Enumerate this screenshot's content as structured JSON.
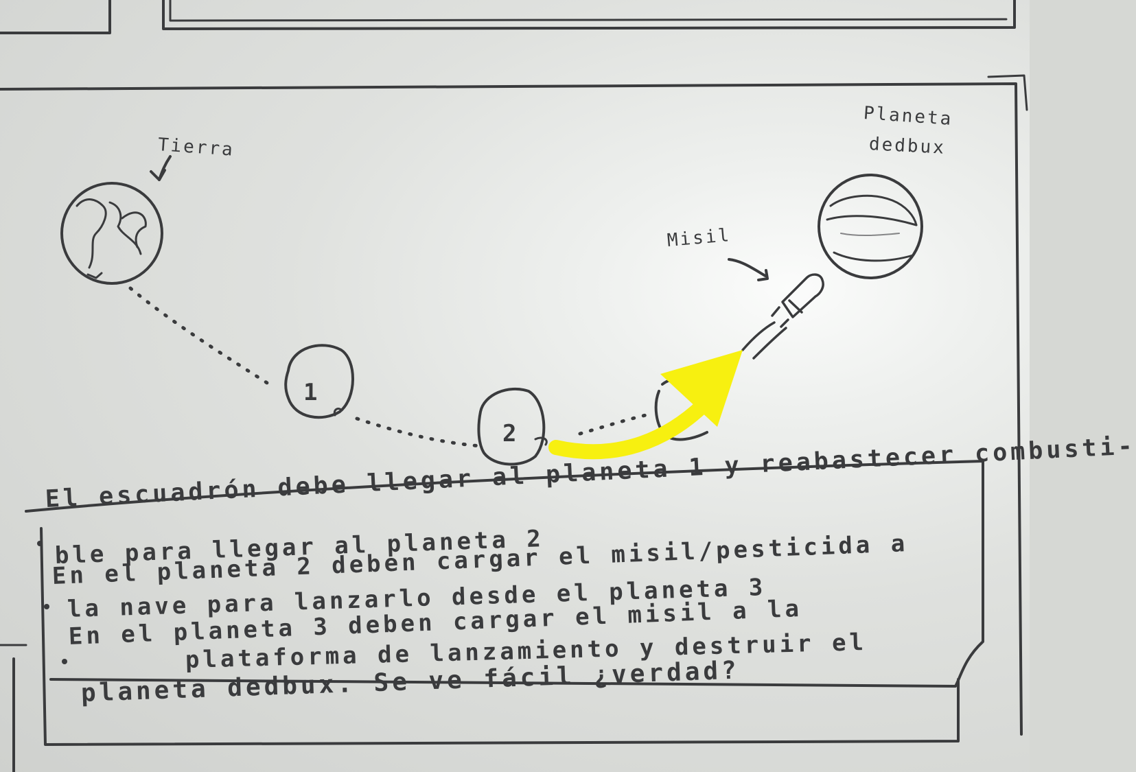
{
  "labels": {
    "earth": "Tierra",
    "missile": "Misil",
    "target_planet_line1": "Planeta",
    "target_planet_line2": "dedbux"
  },
  "planet_numbers": {
    "p1": "1",
    "p2": "2"
  },
  "notes": {
    "line1": "El escuadrón debe llegar al planeta 1 y reabastecer combusti-",
    "line2": "ble para llegar al planeta 2",
    "line3": "En el planeta 2 deben cargar el misil/pesticida a",
    "line4": "la nave para lanzarlo desde el planeta 3",
    "line5": "En el planeta 3 deben cargar el misil a la",
    "line6": "plataforma de lanzamiento y destruir el",
    "line7": "planeta dedbux. Se ve fácil ¿verdad?"
  },
  "colors": {
    "ink": "#3a3b3d",
    "highlight_arrow": "#f7f010",
    "board": "#e3e5e2"
  }
}
